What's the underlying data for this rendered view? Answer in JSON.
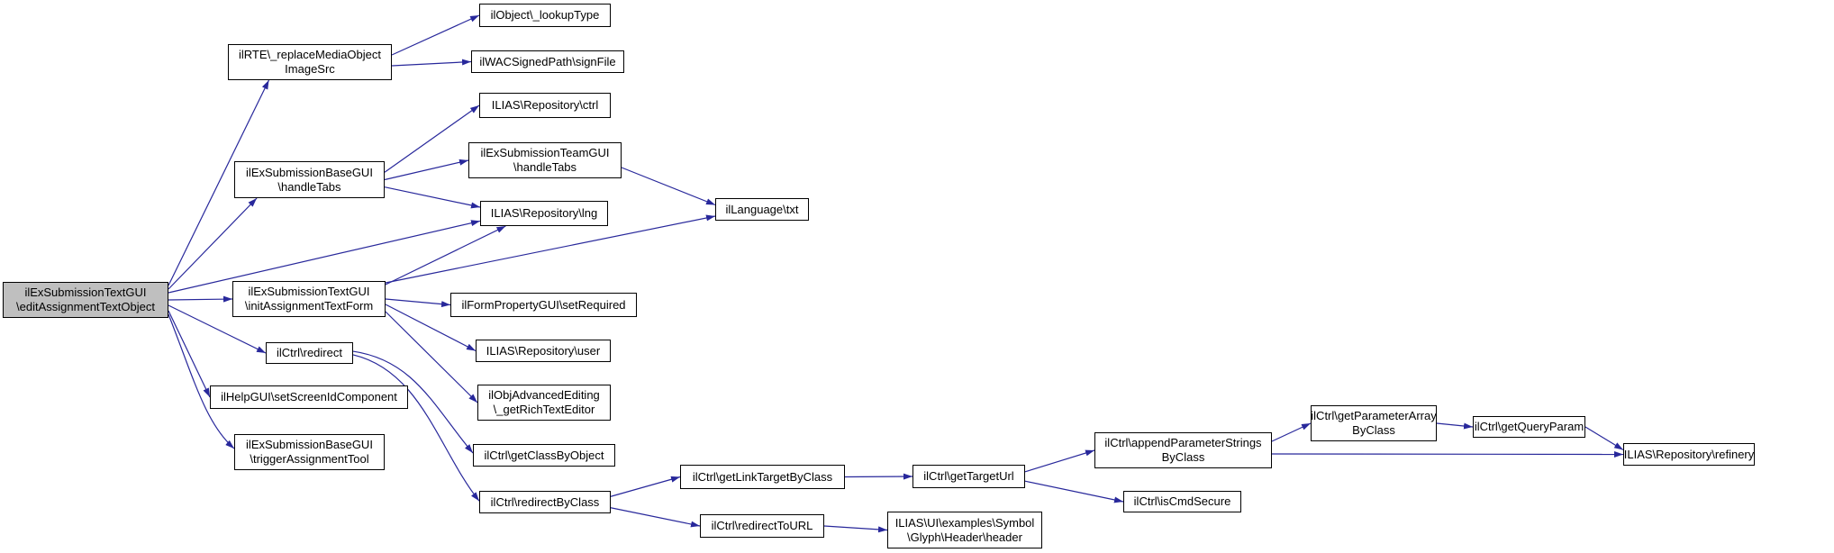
{
  "diagram": {
    "type": "call-graph",
    "edge_color": "#28289B",
    "node_border_color": "#000000",
    "node_fill_color": "#FFFFFF",
    "highlight_fill_color": "#BFBFBF",
    "nodes": [
      {
        "id": "main",
        "label": "ilExSubmissionTextGUI\n\\editAssignmentTextObject",
        "highlighted": true
      },
      {
        "id": "rte",
        "label": "ilRTE\\_replaceMediaObject\nImageSrc",
        "highlighted": false
      },
      {
        "id": "lookup",
        "label": "ilObject\\_lookupType",
        "highlighted": false
      },
      {
        "id": "sign",
        "label": "ilWACSignedPath\\signFile",
        "highlighted": false
      },
      {
        "id": "ctrl",
        "label": "ILIAS\\Repository\\ctrl",
        "highlighted": false
      },
      {
        "id": "handleTabs",
        "label": "ilExSubmissionBaseGUI\n\\handleTabs",
        "highlighted": false
      },
      {
        "id": "team",
        "label": "ilExSubmissionTeamGUI\n\\handleTabs",
        "highlighted": false
      },
      {
        "id": "lng",
        "label": "ILIAS\\Repository\\lng",
        "highlighted": false
      },
      {
        "id": "txt",
        "label": "ilLanguage\\txt",
        "highlighted": false
      },
      {
        "id": "initForm",
        "label": "ilExSubmissionTextGUI\n\\initAssignmentTextForm",
        "highlighted": false
      },
      {
        "id": "setRequired",
        "label": "ilFormPropertyGUI\\setRequired",
        "highlighted": false
      },
      {
        "id": "user",
        "label": "ILIAS\\Repository\\user",
        "highlighted": false
      },
      {
        "id": "richText",
        "label": "ilObjAdvancedEditing\n\\_getRichTextEditor",
        "highlighted": false
      },
      {
        "id": "redirect",
        "label": "ilCtrl\\redirect",
        "highlighted": false
      },
      {
        "id": "screenId",
        "label": "ilHelpGUI\\setScreenIdComponent",
        "highlighted": false
      },
      {
        "id": "trigger",
        "label": "ilExSubmissionBaseGUI\n\\triggerAssignmentTool",
        "highlighted": false
      },
      {
        "id": "getClassByObject",
        "label": "ilCtrl\\getClassByObject",
        "highlighted": false
      },
      {
        "id": "redirectByClass",
        "label": "ilCtrl\\redirectByClass",
        "highlighted": false
      },
      {
        "id": "getLinkTargetByClass",
        "label": "ilCtrl\\getLinkTargetByClass",
        "highlighted": false
      },
      {
        "id": "redirectToURL",
        "label": "ilCtrl\\redirectToURL",
        "highlighted": false
      },
      {
        "id": "getTargetUrl",
        "label": "ilCtrl\\getTargetUrl",
        "highlighted": false
      },
      {
        "id": "header",
        "label": "ILIAS\\UI\\examples\\Symbol\n\\Glyph\\Header\\header",
        "highlighted": false
      },
      {
        "id": "appendParam",
        "label": "ilCtrl\\appendParameterStrings\nByClass",
        "highlighted": false
      },
      {
        "id": "isCmdSecure",
        "label": "ilCtrl\\isCmdSecure",
        "highlighted": false
      },
      {
        "id": "getParamArray",
        "label": "ilCtrl\\getParameterArray\nByClass",
        "highlighted": false
      },
      {
        "id": "getQueryParam",
        "label": "ilCtrl\\getQueryParam",
        "highlighted": false
      },
      {
        "id": "refinery",
        "label": "ILIAS\\Repository\\refinery",
        "highlighted": false
      }
    ],
    "edges": [
      {
        "from": "main",
        "to": "rte"
      },
      {
        "from": "main",
        "to": "handleTabs"
      },
      {
        "from": "main",
        "to": "lng"
      },
      {
        "from": "main",
        "to": "initForm"
      },
      {
        "from": "main",
        "to": "redirect"
      },
      {
        "from": "main",
        "to": "screenId"
      },
      {
        "from": "main",
        "to": "trigger"
      },
      {
        "from": "rte",
        "to": "lookup"
      },
      {
        "from": "rte",
        "to": "sign"
      },
      {
        "from": "handleTabs",
        "to": "ctrl"
      },
      {
        "from": "handleTabs",
        "to": "team"
      },
      {
        "from": "handleTabs",
        "to": "lng"
      },
      {
        "from": "team",
        "to": "txt"
      },
      {
        "from": "initForm",
        "to": "lng"
      },
      {
        "from": "initForm",
        "to": "txt"
      },
      {
        "from": "initForm",
        "to": "setRequired"
      },
      {
        "from": "initForm",
        "to": "user"
      },
      {
        "from": "initForm",
        "to": "richText"
      },
      {
        "from": "redirect",
        "to": "getClassByObject"
      },
      {
        "from": "redirect",
        "to": "redirectByClass"
      },
      {
        "from": "redirectByClass",
        "to": "getLinkTargetByClass"
      },
      {
        "from": "redirectByClass",
        "to": "redirectToURL"
      },
      {
        "from": "getLinkTargetByClass",
        "to": "getTargetUrl"
      },
      {
        "from": "redirectToURL",
        "to": "header"
      },
      {
        "from": "getTargetUrl",
        "to": "appendParam"
      },
      {
        "from": "getTargetUrl",
        "to": "isCmdSecure"
      },
      {
        "from": "appendParam",
        "to": "getParamArray"
      },
      {
        "from": "appendParam",
        "to": "refinery"
      },
      {
        "from": "getParamArray",
        "to": "getQueryParam"
      },
      {
        "from": "getQueryParam",
        "to": "refinery"
      }
    ]
  }
}
